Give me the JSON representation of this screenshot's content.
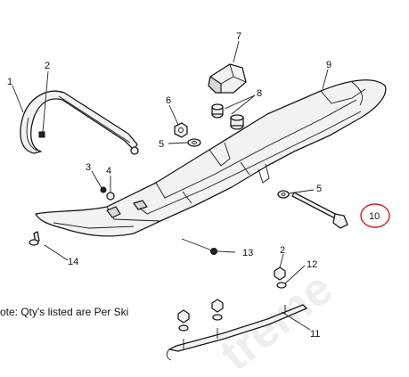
{
  "callouts": {
    "c1": "1",
    "c2a": "2",
    "c2b": "2",
    "c3": "3",
    "c4": "4",
    "c5a": "5",
    "c5b": "5",
    "c6": "6",
    "c7": "7",
    "c8": "8",
    "c9": "9",
    "c10": "10",
    "c11": "11",
    "c12": "12",
    "c13": "13",
    "c14": "14"
  },
  "note": "ote: Qty's listed are Per Ski",
  "watermark": "treme",
  "colors": {
    "line": "#1a1a1a",
    "highlight_circle": "#d02020",
    "watermark": "#eeeeee"
  }
}
